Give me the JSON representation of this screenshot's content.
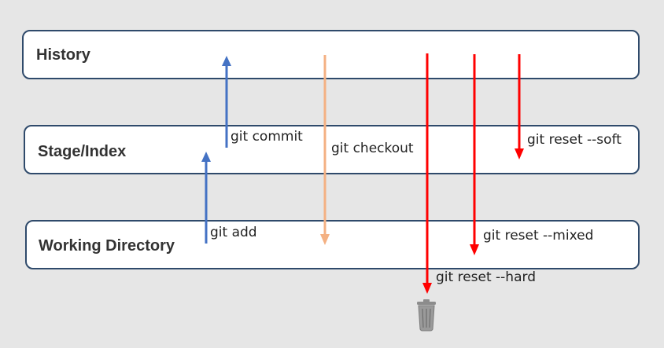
{
  "areas": {
    "history": "History",
    "stage": "Stage/Index",
    "working": "Working Directory"
  },
  "commands": {
    "commit": "git commit",
    "add": "git add",
    "checkout": "git checkout",
    "reset_soft": "git reset --soft",
    "reset_mixed": "git reset --mixed",
    "reset_hard": "git reset --hard"
  },
  "icons": {
    "trash": "trash-can-icon"
  },
  "colors": {
    "box_border": "#2f4a6b",
    "commit_add": "#4472c4",
    "checkout": "#f4b183",
    "reset": "#ff0000",
    "trash": "#8c8c8c"
  }
}
